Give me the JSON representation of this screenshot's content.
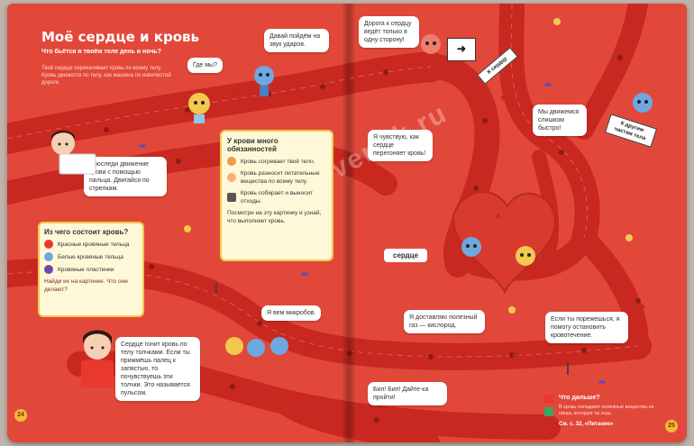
{
  "left_page": {
    "title": "Моё сердце и кровь",
    "subtitle": "Что бьётся в твоём теле день и ночь?",
    "intro": "Твоё сердце перекачивает кровь по всему телу. Кровь движется по телу, как машина по извилистой дороге.",
    "bubble_where": "Где мы?",
    "bubble_follow": "Давай пойдём на звук ударов.",
    "bubble_trace": "Проследи движение крови с помощью пальца. Двигайся по стрелкам.",
    "bubble_microbes": "Я вем микробов.",
    "bubble_pulse": "Сердце гонит кровь по телу толчками. Если ты прижмёшь палец к запястью, то почувствуешь эти толчки. Это называется пульсом.",
    "page_number": "24"
  },
  "duties_panel": {
    "heading": "У крови много обязанностей",
    "items": [
      "Кровь согревает твоё тело.",
      "Кровь разносит питательные вещества по всему телу.",
      "Кровь собирает и выносит отходы."
    ],
    "footer": "Посмотри на эту картинку и узнай, что выполняет кровь."
  },
  "composition_panel": {
    "heading": "Из чего состоит кровь?",
    "items": [
      "Красные кровяные тельца",
      "Белые кровяные тельца",
      "Кровяные пластинки"
    ],
    "question": "Найди их на картинке. Что они делают?"
  },
  "right_page": {
    "bubble_oneway": "Дорога к сердцу ведёт только в одну сторону!",
    "bubble_feel": "Я чувствую, как сердце перегоняет кровь!",
    "bubble_fast": "Мы движемся слишком быстро!",
    "bubble_oxygen": "Я доставляю полезный газ — кислород.",
    "bubble_cut": "Если ты порежешься, я помогу остановить кровотечение.",
    "bubble_beep": "Бип! Бип! Дайте-ка пройти!",
    "sign_heart": "К сердцу",
    "sign_other": "К другим частям тела",
    "heart_label": "сердце",
    "next_heading": "Что дальше?",
    "next_text": "В кровь попадают полезные вещества из пищи, которую ты ешь.",
    "next_ref": "См. с. 32, «Питание»",
    "page_number": "25"
  },
  "watermark": "goodovenok.ru",
  "colors": {
    "page": "#e2483a",
    "road": "#c8281f",
    "panel": "#fff8d8",
    "accent": "#f2c94c"
  }
}
